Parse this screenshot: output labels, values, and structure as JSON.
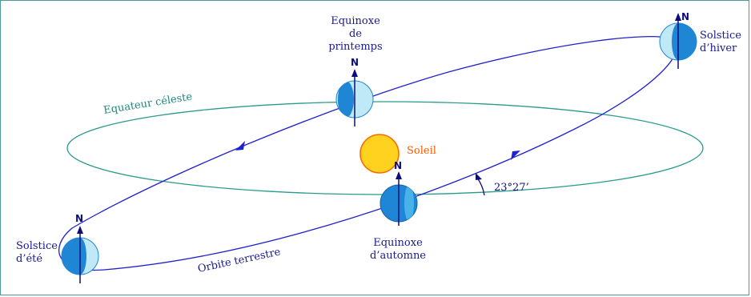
{
  "labels": {
    "equator": "Equateur céleste",
    "orbit": "Orbite terrestre",
    "sun": "Soleil",
    "angle": "23°27’",
    "north": "N",
    "spring_equinox": "Equinoxe\nde\nprintemps",
    "autumn_equinox": "Equinoxe\nd’automne",
    "winter_solstice": "Solstice\nd’hiver",
    "summer_solstice": "Solstice\nd’été"
  },
  "colors": {
    "orbit": "#2222cc",
    "equator": "#2a9a8a",
    "equator_text": "#1f8a80",
    "sun_fill": "#ffd21f",
    "sun_stroke": "#ff6a00",
    "sun_text": "#ff5a00",
    "earth_dark": "#1f86d6",
    "earth_light": "#bfe9f7",
    "axis": "#0d0d7a",
    "label_text": "#1a1a8c"
  }
}
